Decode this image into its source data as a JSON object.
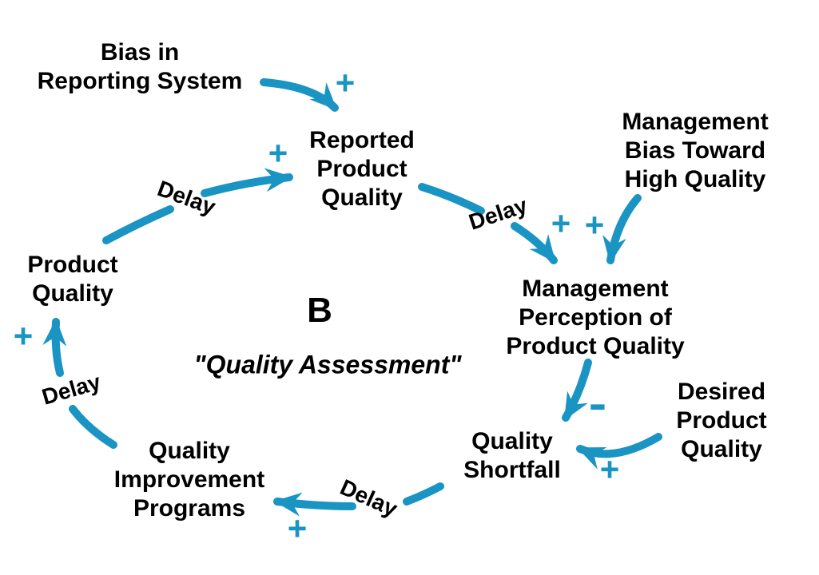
{
  "diagram": {
    "type": "causal-loop-diagram",
    "loop": {
      "symbol": "B",
      "name": "\"Quality Assessment\""
    },
    "labels": {
      "delay": "Delay",
      "plus": "+",
      "minus": "-"
    },
    "colors": {
      "arrow": "#1a94c2",
      "text": "#000000",
      "background": "#ffffff"
    },
    "nodes": {
      "bias": {
        "line1": "Bias in",
        "line2": "Reporting System"
      },
      "reported": {
        "line1": "Reported",
        "line2": "Product",
        "line3": "Quality"
      },
      "mgmtBias": {
        "line1": "Management",
        "line2": "Bias Toward",
        "line3": "High Quality"
      },
      "mgmtPerception": {
        "line1": "Management",
        "line2": "Perception of",
        "line3": "Product Quality"
      },
      "desired": {
        "line1": "Desired",
        "line2": "Product",
        "line3": "Quality"
      },
      "shortfall": {
        "line1": "Quality",
        "line2": "Shortfall"
      },
      "improvement": {
        "line1": "Quality",
        "line2": "Improvement",
        "line3": "Programs"
      },
      "productQuality": {
        "line1": "Product",
        "line2": "Quality"
      }
    },
    "edges": [
      {
        "from": "Bias in Reporting System",
        "to": "Reported Product Quality",
        "sign": "+",
        "delay": false
      },
      {
        "from": "Product Quality",
        "to": "Reported Product Quality",
        "sign": "+",
        "delay": true
      },
      {
        "from": "Reported Product Quality",
        "to": "Management Perception of Product Quality",
        "sign": "+",
        "delay": true
      },
      {
        "from": "Management Bias Toward High Quality",
        "to": "Management Perception of Product Quality",
        "sign": "+",
        "delay": false
      },
      {
        "from": "Management Perception of Product Quality",
        "to": "Quality Shortfall",
        "sign": "-",
        "delay": false
      },
      {
        "from": "Desired Product Quality",
        "to": "Quality Shortfall",
        "sign": "+",
        "delay": false
      },
      {
        "from": "Quality Shortfall",
        "to": "Quality Improvement Programs",
        "sign": "+",
        "delay": true
      },
      {
        "from": "Quality Improvement Programs",
        "to": "Product Quality",
        "sign": "+",
        "delay": true
      }
    ]
  }
}
